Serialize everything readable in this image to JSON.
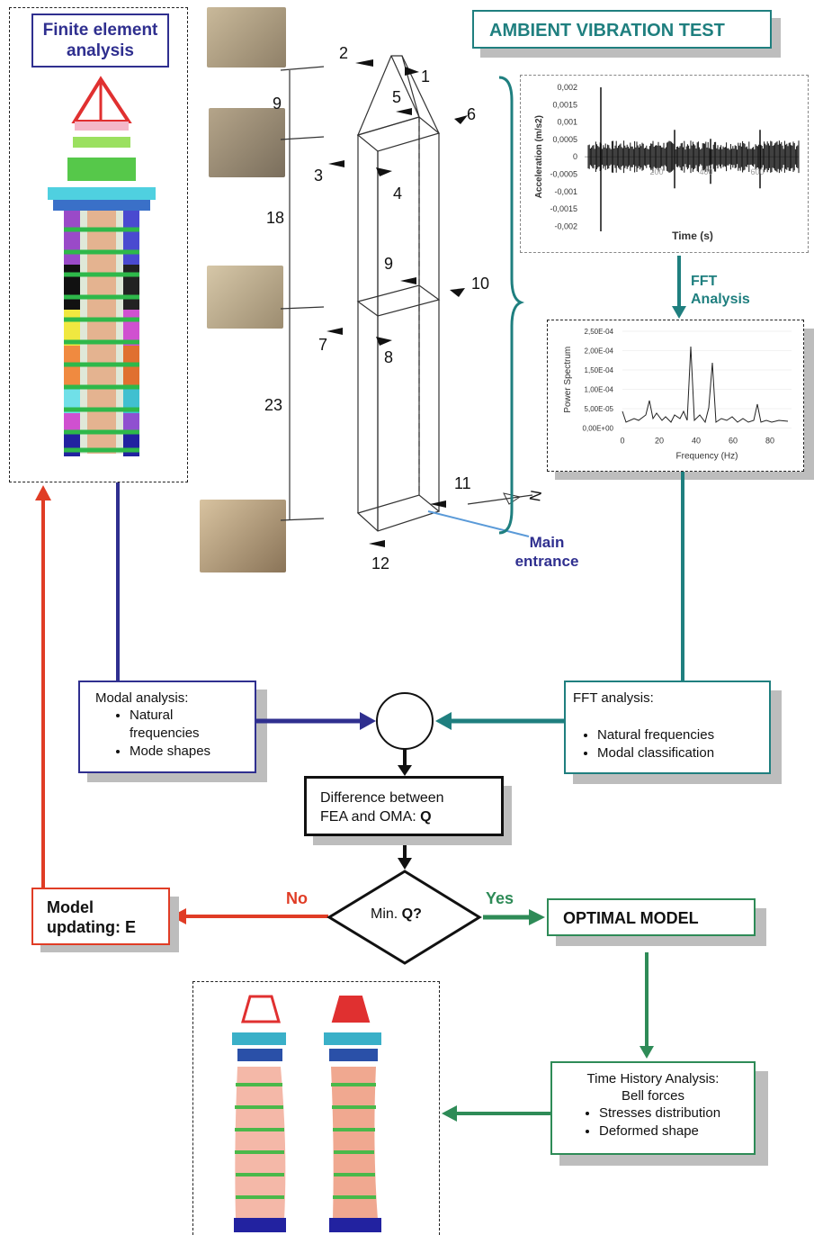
{
  "fea_title": "Finite element analysis",
  "avt_title": "AMBIENT VIBRATION TEST",
  "heights": [
    "9",
    "18",
    "23"
  ],
  "sensor_points": [
    "1",
    "2",
    "3",
    "4",
    "5",
    "6",
    "7",
    "8",
    "9",
    "10",
    "11",
    "12"
  ],
  "north_label": "N",
  "main_entrance": "Main entrance",
  "fft_arrow_label": "FFT Analysis",
  "accel_chart": {
    "ylabel": "Acceleration (m/s2)",
    "xlabel": "Time (s)",
    "yticks": [
      "0,002",
      "0,0015",
      "0,001",
      "0,0005",
      "0",
      "-0,0005",
      "-0,001",
      "-0,0015",
      "-0,002"
    ],
    "xticks": [
      "200",
      "400",
      "600"
    ]
  },
  "spectrum_chart": {
    "ylabel": "Power Spectrum",
    "xlabel": "Frequency (Hz)",
    "yticks": [
      "2,50E-04",
      "2,00E-04",
      "1,50E-04",
      "1,00E-04",
      "5,00E-05",
      "0,00E+00"
    ],
    "xticks": [
      "0",
      "20",
      "40",
      "60",
      "80"
    ]
  },
  "modal_box": {
    "title": "Modal analysis:",
    "items": [
      "Natural frequencies",
      "Mode shapes"
    ]
  },
  "fft_box": {
    "title": "FFT analysis:",
    "items": [
      "Natural frequencies",
      "Modal classification"
    ]
  },
  "difference_box": {
    "line1": "Difference between",
    "line2_prefix": "FEA and OMA: ",
    "line2_bold": "Q"
  },
  "decision": {
    "prefix": "Min. ",
    "bold": "Q?"
  },
  "no_label": "No",
  "yes_label": "Yes",
  "update_box": {
    "line1": "Model",
    "line2": "updating: E"
  },
  "optimal_box": "OPTIMAL MODEL",
  "tha_box": {
    "title1": "Time History Analysis:",
    "title2": "Bell forces",
    "items": [
      "Stresses distribution",
      "Deformed shape"
    ]
  },
  "colors": {
    "blue": "#2f2f8f",
    "teal": "#1f7f7f",
    "green": "#2e8b57",
    "red": "#e03c25"
  }
}
